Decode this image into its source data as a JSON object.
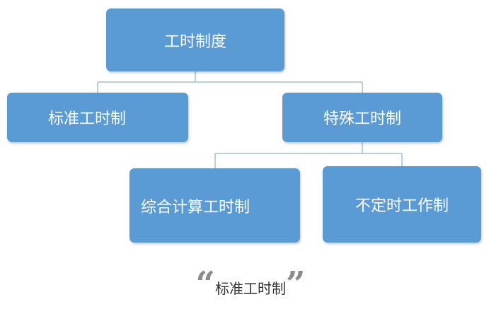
{
  "diagram": {
    "root": {
      "label": "工时制度"
    },
    "children": [
      {
        "label": "标准工时制"
      },
      {
        "label": "特殊工时制",
        "children": [
          {
            "label": "综合计算工时制"
          },
          {
            "label": "不定时工作制"
          }
        ]
      }
    ]
  },
  "caption": {
    "open_quote": "“",
    "text": "标准工时制",
    "close_quote": "”"
  },
  "colors": {
    "node_fill": "#5b9bd5",
    "node_text": "#ffffff",
    "connector": "#8eb4d8",
    "quote_mark": "#8c8c8c",
    "caption_text": "#333333"
  }
}
